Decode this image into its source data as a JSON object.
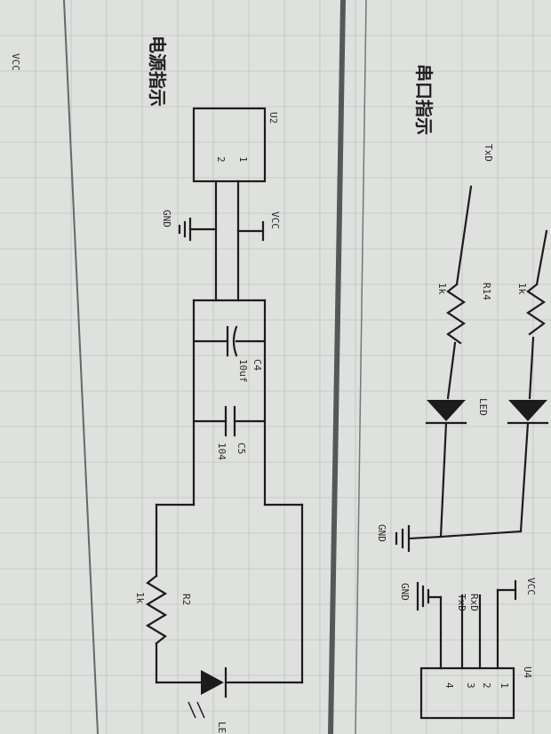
{
  "page": {
    "corner_label": "VCC"
  },
  "left_panel": {
    "title": "电源指示",
    "connector": {
      "ref": "U2",
      "pins": [
        "1",
        "2"
      ]
    },
    "gnd_label": "GND",
    "vcc_label": "VCC",
    "c4": {
      "ref": "C4",
      "value": "10uf"
    },
    "c5": {
      "ref": "C5",
      "value": "104"
    },
    "r2": {
      "ref": "R2",
      "value": "1k"
    },
    "led": {
      "ref": "LED"
    }
  },
  "right_panel": {
    "title": "串口指示",
    "txd_label": "TxD",
    "r14": {
      "ref": "R14",
      "value": "1k"
    },
    "r15": {
      "value": "1k"
    },
    "led1": {
      "ref": "LED"
    },
    "gnd_label_1": "GND",
    "gnd_label_2": "GND",
    "vcc_label": "VCC",
    "header": {
      "ref": "U4",
      "pins": [
        "1",
        "2",
        "3",
        "4"
      ],
      "signals": [
        "RxD",
        "TxD"
      ]
    }
  },
  "colors": {
    "paper": "#f1f2f0",
    "grid": "#c8ccca",
    "ink": "#1c1c1c",
    "frame": "#5a5c5b"
  }
}
